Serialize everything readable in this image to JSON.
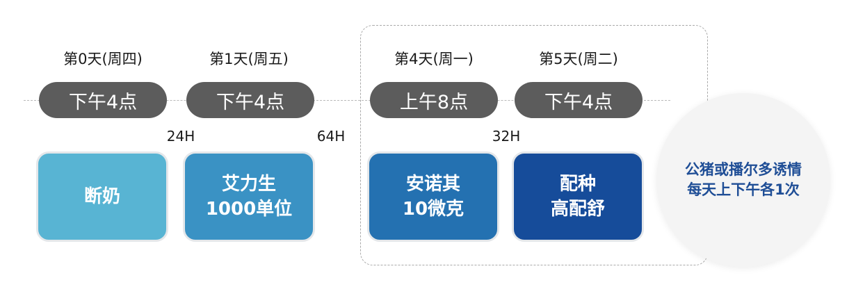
{
  "steps": [
    {
      "day": "第0天(周四)",
      "time": "下午4点",
      "action_line1": "断奶",
      "action_line2": "",
      "color": "#58b4d3"
    },
    {
      "day": "第1天(周五)",
      "time": "下午4点",
      "action_line1": "艾力生",
      "action_line2": "1000单位",
      "color": "#3a92c4"
    },
    {
      "day": "第4天(周一)",
      "time": "上午8点",
      "action_line1": "安诺其",
      "action_line2": "10微克",
      "color": "#2471b1"
    },
    {
      "day": "第5天(周二)",
      "time": "下午4点",
      "action_line1": "配种",
      "action_line2": "高配舒",
      "color": "#164c9a"
    }
  ],
  "intervals": [
    "24H",
    "64H",
    "32H"
  ],
  "result": {
    "line1": "公猪或播尔多诱情",
    "line2": "每天上下午各1次",
    "color": "#1f4e96"
  },
  "pill_color": "#5c5c5c"
}
